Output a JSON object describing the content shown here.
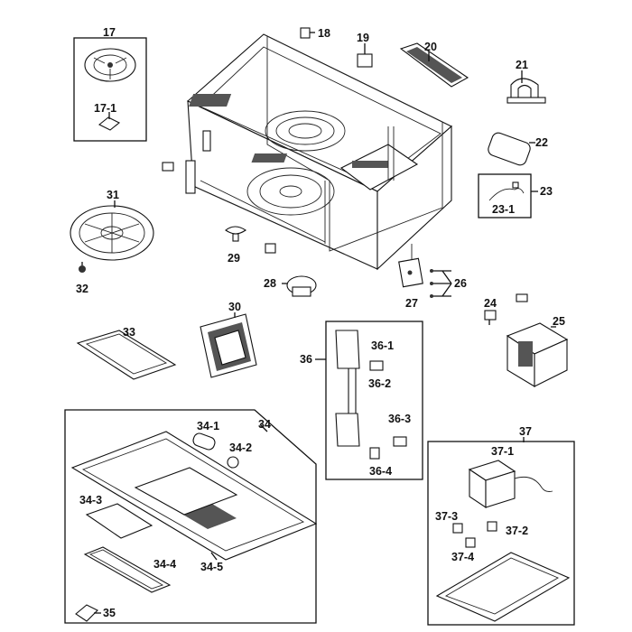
{
  "labels": {
    "p17": "17",
    "p17_1": "17-1",
    "p18": "18",
    "p19": "19",
    "p20": "20",
    "p21": "21",
    "p22": "22",
    "p23": "23",
    "p23_1": "23-1",
    "p24": "24",
    "p25": "25",
    "p26": "26",
    "p27": "27",
    "p28": "28",
    "p29": "29",
    "p30": "30",
    "p31": "31",
    "p32": "32",
    "p33": "33",
    "p34": "34",
    "p34_1": "34-1",
    "p34_2": "34-2",
    "p34_3": "34-3",
    "p34_4": "34-4",
    "p34_5": "34-5",
    "p35": "35",
    "p36": "36",
    "p36_1": "36-1",
    "p36_2": "36-2",
    "p36_3": "36-3",
    "p36_4": "36-4",
    "p37": "37",
    "p37_1": "37-1",
    "p37_2": "37-2",
    "p37_3": "37-3",
    "p37_4": "37-4"
  }
}
